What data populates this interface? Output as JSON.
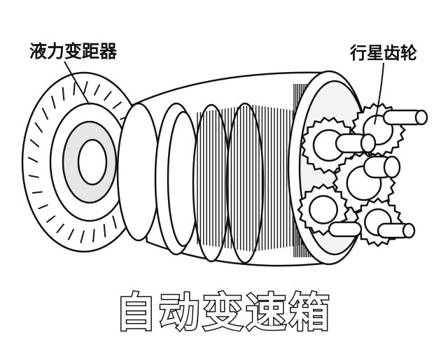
{
  "labels": {
    "torque_converter": "液力变距器",
    "planetary_gear": "行星齿轮"
  },
  "title": "自动变速箱",
  "colors": {
    "ink": "#111111",
    "paper": "#ffffff",
    "shade": "#d9d9d9"
  }
}
